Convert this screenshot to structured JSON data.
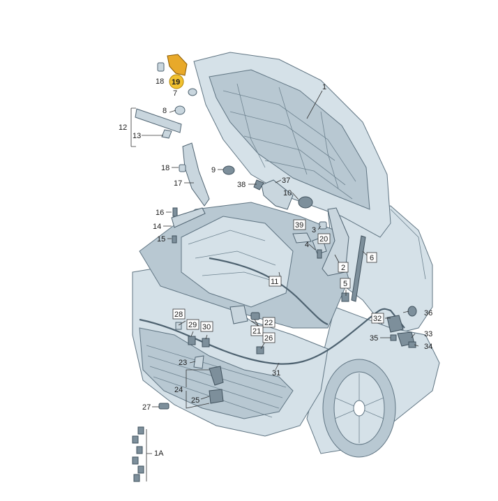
{
  "diagram": {
    "highlight_color": "#f2c230",
    "car_color": "#d5e1e8",
    "labels": {
      "l1": "1",
      "l2": "2",
      "l3": "3",
      "l4": "4",
      "l5": "5",
      "l6": "6",
      "l7": "7",
      "l8": "8",
      "l9": "9",
      "l10": "10",
      "l11": "11",
      "l12": "12",
      "l13": "13",
      "l14": "14",
      "l15": "15",
      "l16": "16",
      "l17": "17",
      "l18a": "18",
      "l18b": "18",
      "l19": "19",
      "l20": "20",
      "l21": "21",
      "l22": "22",
      "l23": "23",
      "l24": "24",
      "l25": "25",
      "l26": "26",
      "l27": "27",
      "l28": "28",
      "l29": "29",
      "l30": "30",
      "l31": "31",
      "l32": "32",
      "l33": "33",
      "l34": "34",
      "l35": "35",
      "l36": "36",
      "l37": "37",
      "l38": "38",
      "l39": "39",
      "l1a": "1A"
    }
  }
}
